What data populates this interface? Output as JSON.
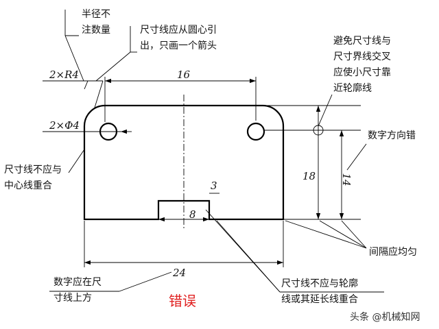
{
  "notes": {
    "radius_count": [
      "半径不",
      "注数量"
    ],
    "center_leader": [
      "尺寸线应从圆心引",
      "出，只画一个箭头"
    ],
    "avoid_cross": [
      "避免尺寸线与",
      "尺寸界线交叉",
      "应使小尺寸靠",
      "近轮廓线"
    ],
    "text_direction": "数字方向错",
    "not_on_centerline": [
      "尺寸线不应与",
      "中心线重合"
    ],
    "spacing_even": "间隔应均匀",
    "text_above": [
      "数字应在尺",
      "寸线上方"
    ],
    "not_on_outline": [
      "尺寸线不应与轮廓",
      "线或其延长线重合"
    ]
  },
  "dimensions": {
    "radius": "2×R4",
    "diameter": "2×Φ4",
    "hole_spacing": "16",
    "overall_width": "24",
    "height_outer": "18",
    "height_inner": "14",
    "slot_depth": "3",
    "slot_width": "8"
  },
  "title": "错误",
  "watermark": "头条 @机械知网",
  "colors": {
    "line": "#000000",
    "error_text": "#e02020"
  }
}
